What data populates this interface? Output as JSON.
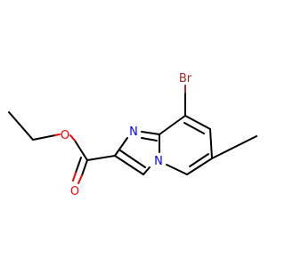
{
  "colors": {
    "bond": "#000000",
    "nitrogen": "#0000ff",
    "oxygen": "#ff0000",
    "bromine": "#a52a2a",
    "background": "#ffffff"
  },
  "atoms": {
    "bromine": "Br",
    "ring_nitrogen": "N",
    "bridge_nitrogen": "N",
    "ether_oxygen": "O",
    "carbonyl_oxygen": "O"
  }
}
